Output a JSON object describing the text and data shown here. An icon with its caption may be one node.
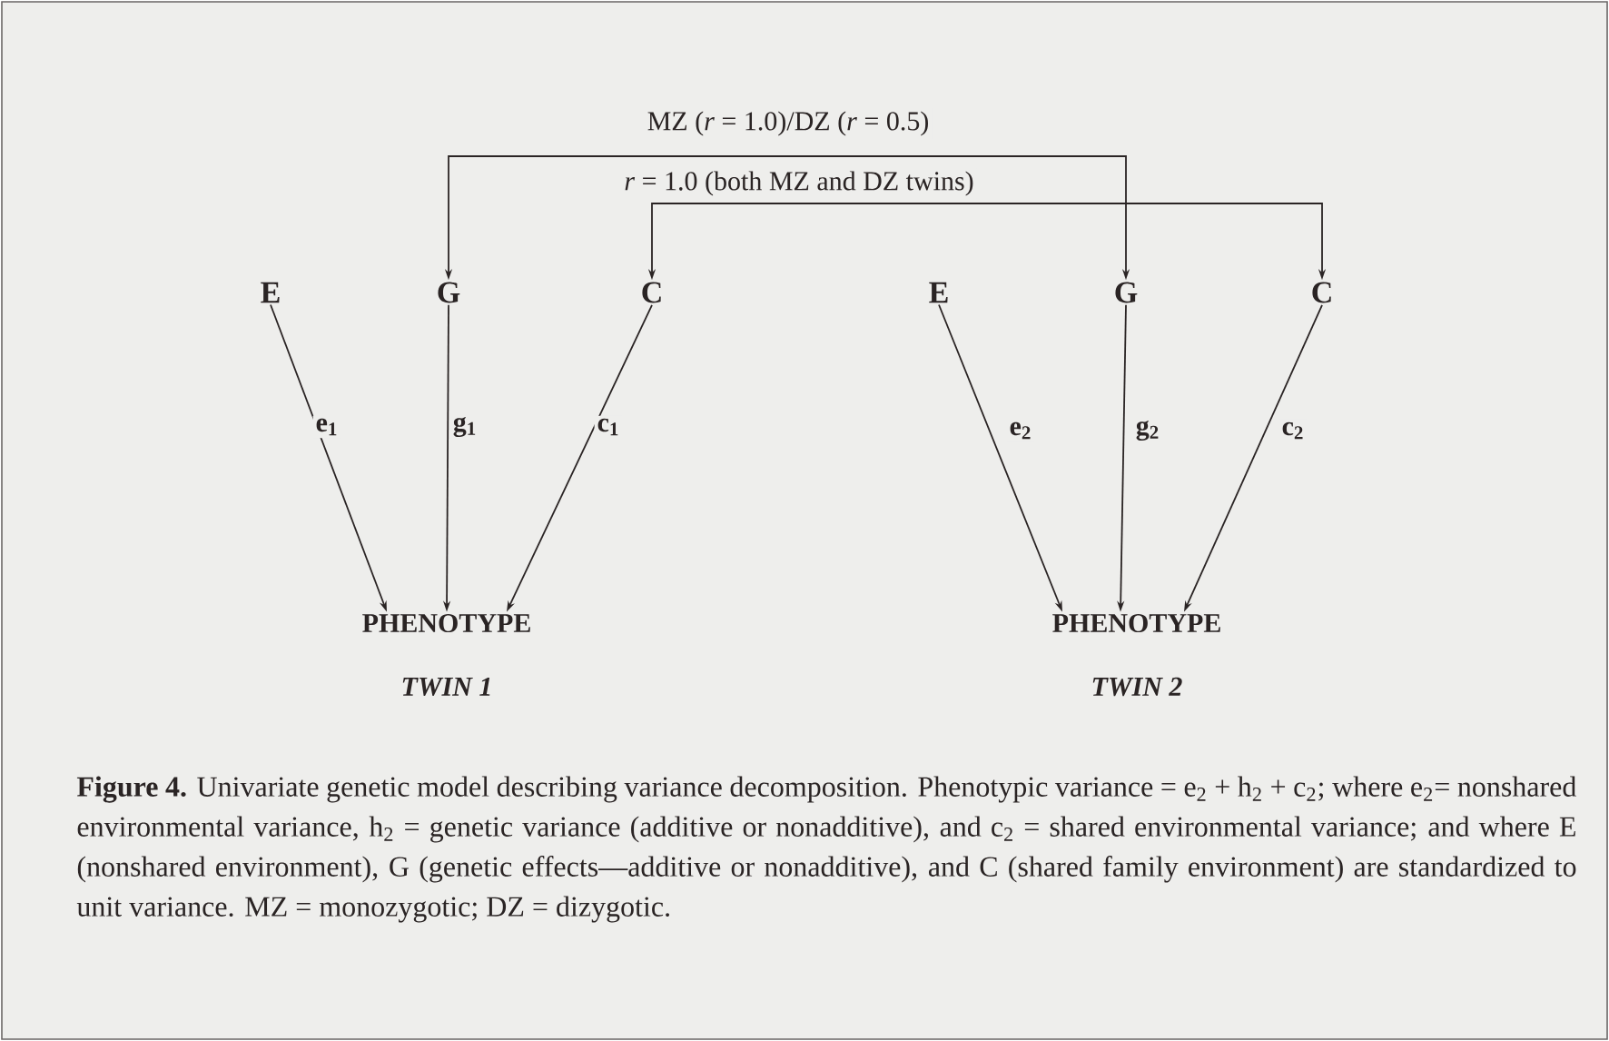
{
  "diagram": {
    "caption": "**Figure 4.** Univariate genetic model describing variance decomposition. Phenotypic variance = e$_{2}$ + h$_{2}$ + c$_{2}$; where e$_{2}$= nonshared environmental variance, h$_{2}$ = genetic variance (additive or nonadditive), and c$_{2}$ = shared environmental variance; and where E (nonshared environment), G (genetic effects—additive or nonadditive), and C (shared family environment) are standardized to unit variance. MZ = monozygotic; DZ = dizygotic.",
    "nodes": [
      {
        "text": [
          "E"
        ]
      },
      {
        "text": [
          "G"
        ]
      },
      {
        "text": [
          "C"
        ]
      },
      {
        "text": [
          "E"
        ]
      },
      {
        "text": [
          "G"
        ]
      },
      {
        "text": [
          "C"
        ]
      },
      {
        "text": [
          "PHENOTYPE"
        ],
        "beside": [
          "TWIN 1"
        ]
      },
      {
        "text": [
          "PHENOTYPE"
        ],
        "beside": [
          "TWIN 2"
        ]
      }
    ],
    "edges": [
      {
        "from": 1,
        "to": 4,
        "arrow": "both",
        "label": "MZ (*r* = 1.0)/DZ (*r* = 0.5)"
      },
      {
        "from": 2,
        "to": 5,
        "arrow": "both",
        "label": "*r* = 1.0 (both MZ and DZ twins)"
      },
      {
        "from": 0,
        "to": 6,
        "arrow": "to",
        "label": "e$_{1}$"
      },
      {
        "from": 1,
        "to": 6,
        "arrow": "to",
        "label": "g$_{1}$"
      },
      {
        "from": 2,
        "to": 6,
        "arrow": "to",
        "label": "c$_{1}$"
      },
      {
        "from": 3,
        "to": 7,
        "arrow": "to",
        "label": "e$_{2}$"
      },
      {
        "from": 4,
        "to": 7,
        "arrow": "to",
        "label": "g$_{2}$"
      },
      {
        "from": 5,
        "to": 7,
        "arrow": "to",
        "label": "c$_{2}$"
      }
    ]
  }
}
